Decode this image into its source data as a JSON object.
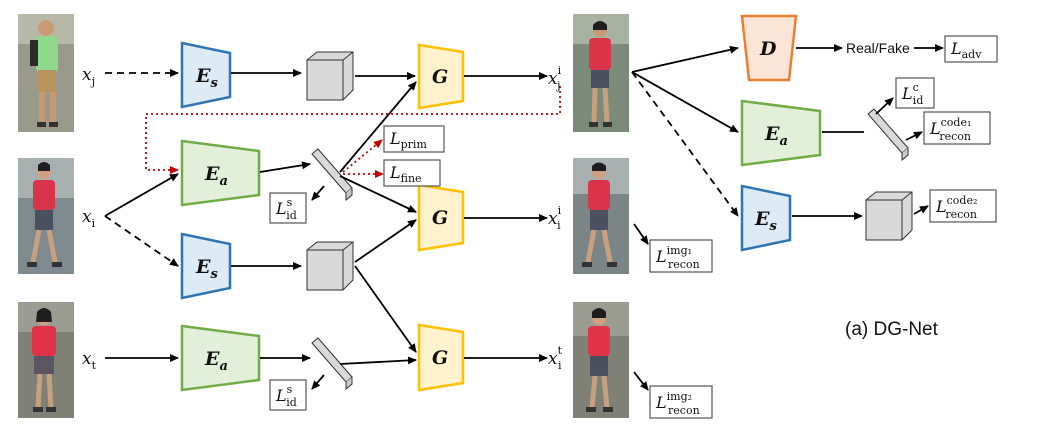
{
  "colors": {
    "encoder_shape": "#2e75b6",
    "encoder_shape_fill": "#ddebf7",
    "encoder_appearance": "#70ad47",
    "encoder_appearance_fill": "#e2f0d9",
    "generator": "#ffc000",
    "generator_fill": "#fff2cc",
    "discriminator": "#ed7d31",
    "discriminator_fill": "#fbe5d6",
    "feature_cube": "#d9d9d9",
    "red_arrow": "#c00000"
  },
  "inputs": {
    "x_j": {
      "base": "x",
      "sub": "j"
    },
    "x_i": {
      "base": "x",
      "sub": "i"
    },
    "x_t": {
      "base": "x",
      "sub": "t"
    }
  },
  "outputs": {
    "x_j_i": {
      "base": "x",
      "sup": "i",
      "sub": "j"
    },
    "x_i_i": {
      "base": "x",
      "sup": "i",
      "sub": "i"
    },
    "x_i_t": {
      "base": "x",
      "sup": "t",
      "sub": "i"
    }
  },
  "modules": {
    "E_s": {
      "base": "E",
      "sub": "s"
    },
    "E_a": {
      "base": "E",
      "sub": "a"
    },
    "G": "G",
    "D": "D"
  },
  "losses": {
    "L_prim": {
      "base": "L",
      "sub": "prim"
    },
    "L_fine": {
      "base": "L",
      "sub": "fine"
    },
    "L_id_s": {
      "base": "L",
      "sup": "s",
      "sub": "id"
    },
    "L_id_c": {
      "base": "L",
      "sup": "c",
      "sub": "id"
    },
    "L_adv": {
      "base": "L",
      "sub": "adv"
    },
    "L_recon_img1": {
      "base": "L",
      "sup": "img₁",
      "sub": "recon"
    },
    "L_recon_img2": {
      "base": "L",
      "sup": "img₂",
      "sub": "recon"
    },
    "L_recon_code1": {
      "base": "L",
      "sup": "code₁",
      "sub": "recon"
    },
    "L_recon_code2": {
      "base": "L",
      "sup": "code₂",
      "sub": "recon"
    }
  },
  "real_fake": "Real/Fake",
  "caption": "(a) DG-Net"
}
